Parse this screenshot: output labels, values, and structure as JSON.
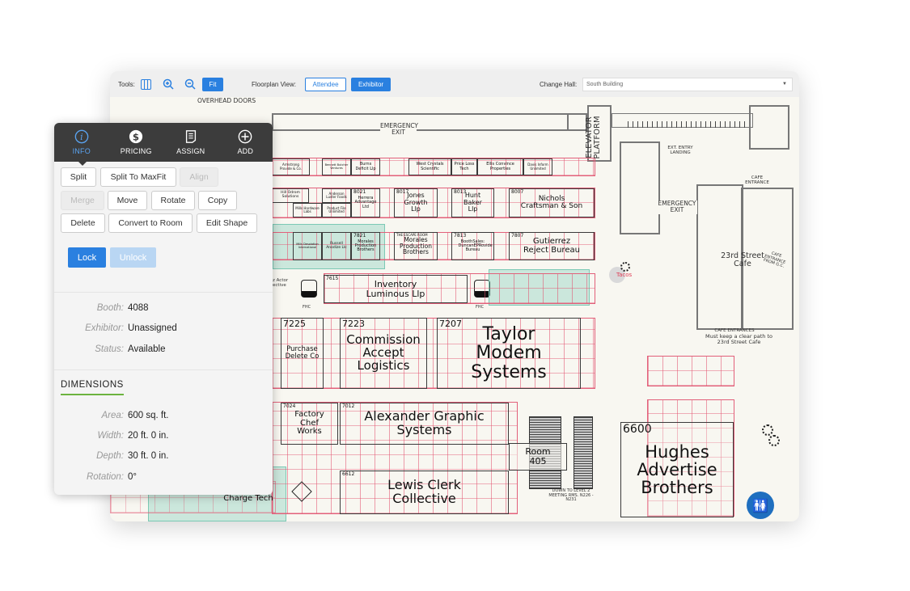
{
  "toolbar": {
    "tools_label": "Tools:",
    "fit_label": "Fit",
    "view_label": "Floorplan View:",
    "attendee_label": "Attendee",
    "exhibitor_label": "Exhibitor",
    "hall_label": "Change Hall:",
    "hall_value": "South Building",
    "icons": [
      "grid-icon",
      "zoom-in-icon",
      "zoom-out-icon"
    ]
  },
  "panel": {
    "tabs": [
      {
        "label": "INFO",
        "icon": "info-icon"
      },
      {
        "label": "PRICING",
        "icon": "dollar-icon"
      },
      {
        "label": "ASSIGN",
        "icon": "document-icon"
      },
      {
        "label": "ADD",
        "icon": "plus-circle-icon"
      }
    ],
    "actions": {
      "split": "Split",
      "split_maxfit": "Split To MaxFit",
      "align": "Align",
      "merge": "Merge",
      "move": "Move",
      "rotate": "Rotate",
      "copy": "Copy",
      "delete": "Delete",
      "convert": "Convert to Room",
      "edit_shape": "Edit Shape",
      "lock": "Lock",
      "unlock": "Unlock"
    },
    "info": {
      "booth_label": "Booth:",
      "booth": "4088",
      "exhibitor_label": "Exhibitor:",
      "exhibitor": "Unassigned",
      "status_label": "Status:",
      "status": "Available"
    },
    "dimensions": {
      "title": "DIMENSIONS",
      "area_label": "Area:",
      "area": "600 sq. ft.",
      "width_label": "Width:",
      "width": "20 ft. 0 in.",
      "depth_label": "Depth:",
      "depth": "30 ft. 0 in.",
      "rotation_label": "Rotation:",
      "rotation": "0°"
    },
    "accent": "#2a80e0",
    "underline": "#6cb33f"
  },
  "floor": {
    "labels": {
      "overhead": "OVERHEAD DOORS",
      "exit1": "EMERGENCY EXIT",
      "elevator": "ELEVATOR PLATFORM",
      "ext": "EXT. ENTRY LANDING",
      "exit2": "EMERGENCY EXIT",
      "cafe_entrance": "CAFE ENTRANCE",
      "cafe": "23rd Street Cafe",
      "cafe_gc": "CAFE ENTRANCE FROM G.C.",
      "cafe_entrances": "CAFE ENTRANCES",
      "clear_path": "Must keep a clear path to 23rd Street Cafe",
      "tacos": "Tacos",
      "down": "DOWN TO LEVEL 2 MEETING RMS. N226 - N231",
      "fhc": "FHC",
      "room": "Room 405",
      "actor": "z Actor ective"
    },
    "booths": [
      {
        "name": "Taylor Modem Systems",
        "num": "7207"
      },
      {
        "name": "Commission Accept Logistics",
        "num": "7223"
      },
      {
        "name": "Purchase Delete Co",
        "num": "7225"
      },
      {
        "name": "Alexander Graphic Systems",
        "num": "7012"
      },
      {
        "name": "Factory Chef Works",
        "num": "7024"
      },
      {
        "name": "Lewis Clerk Collective",
        "num": "6612"
      },
      {
        "name": "Hughes Advertise Brothers",
        "num": "6600"
      },
      {
        "name": "Inventory Luminous Llp",
        "num": "7615"
      },
      {
        "name": "Jones Growth Llp",
        "num": "8017"
      },
      {
        "name": "Hunt Baker Llp",
        "num": "8013"
      },
      {
        "name": "Nichols Craftsman & Son",
        "num": "8007"
      },
      {
        "name": "Morales Production Brothers",
        "num": "THE ESCAPE ROOM"
      },
      {
        "name": "BoothSales: DuncanEPRovide Bureau",
        "num": "7813"
      },
      {
        "name": "Gutierrez Reject Bureau",
        "num": "7807"
      },
      {
        "name": "West Crystals Scientific"
      },
      {
        "name": "Price Loss Tech"
      },
      {
        "name": "Ellis Convince Properties"
      },
      {
        "name": "Davis Inform Unlimited"
      },
      {
        "name": "Armstrong Provide & Co."
      },
      {
        "name": "Bennett Butcher Ventures"
      },
      {
        "name": "Burns Deficit Llp"
      },
      {
        "name": "Hill Odrom Solutions"
      },
      {
        "name": "Anderson Luster Foods"
      },
      {
        "name": "Herrera Advantage Ltd",
        "num": "8021"
      },
      {
        "name": "Mills Hardware Labs"
      },
      {
        "name": "Product File Unlimited"
      },
      {
        "name": "Mills Desolation International"
      },
      {
        "name": "Russell Anodize Llc"
      },
      {
        "name": "Morales Production Brothers",
        "num": "7821"
      },
      {
        "name": "Charge Tech"
      }
    ]
  }
}
